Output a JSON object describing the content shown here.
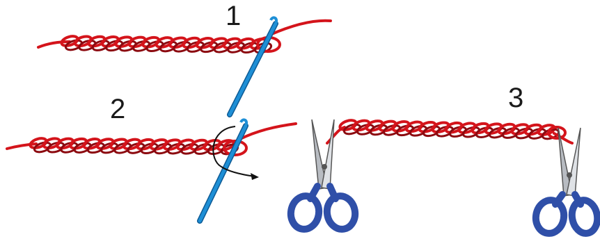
{
  "steps": [
    {
      "label": "1"
    },
    {
      "label": "2"
    },
    {
      "label": "3"
    }
  ],
  "colors": {
    "yarn": "#d4141b",
    "yarn_dark": "#8c0a10",
    "hook": "#1e8fd6",
    "hook_dark": "#0d5a94",
    "scissor_blade": "#c9ccd0",
    "scissor_handle": "#2f4fa8",
    "arrow": "#111111"
  },
  "icons": {
    "hook": "crochet-hook-icon",
    "scissors": "scissors-icon",
    "rotate": "rotate-arrow-icon"
  }
}
